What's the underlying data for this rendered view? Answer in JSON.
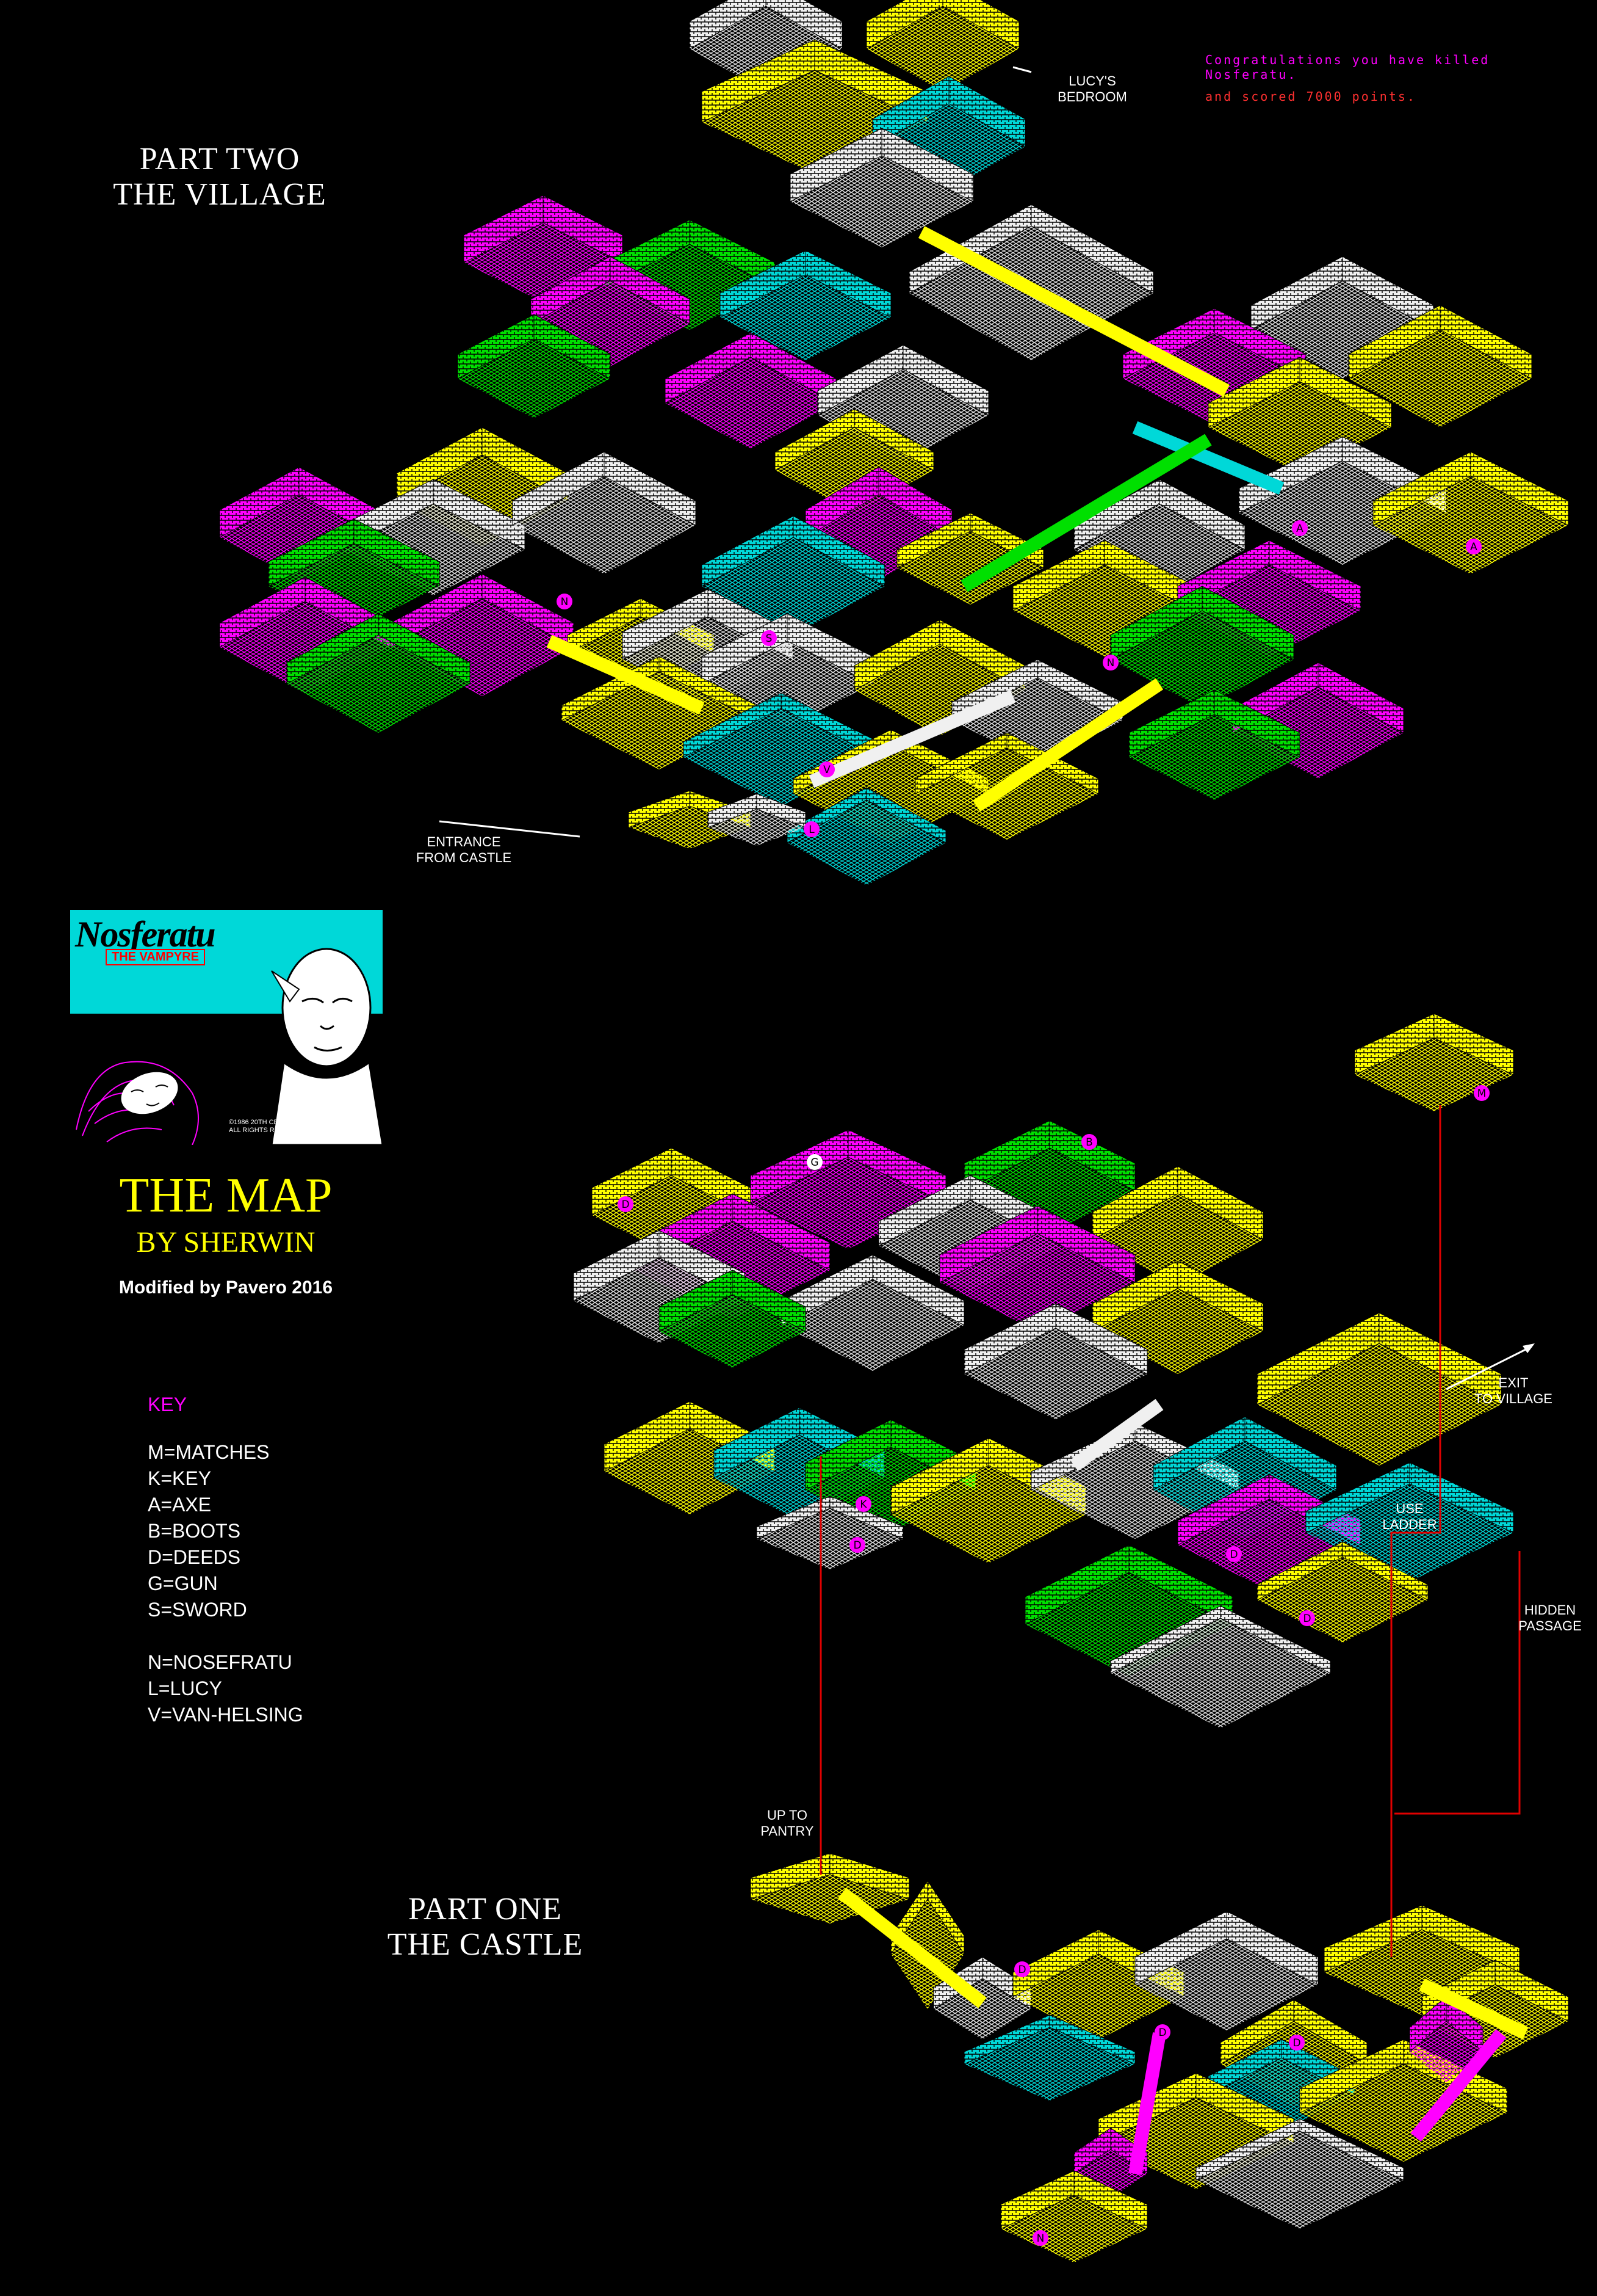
{
  "hud": {
    "line1": "Congratulations you have killed",
    "line2": "Nosferatu.",
    "line3": "and scored 7000 points."
  },
  "parts": {
    "part_two_line1": "PART TWO",
    "part_two_line2": "THE VILLAGE",
    "part_one_line1": "PART ONE",
    "part_one_line2": "THE CASTLE"
  },
  "labels": {
    "lucys_bedroom_1": "LUCY'S",
    "lucys_bedroom_2": "BEDROOM",
    "entrance_1": "ENTRANCE",
    "entrance_2": "FROM CASTLE",
    "exit_1": "EXIT",
    "exit_2": "TO VILLAGE",
    "use_ladder_1": "USE",
    "use_ladder_2": "LADDER",
    "hidden_1": "HIDDEN",
    "hidden_2": "PASSAGE",
    "up_pantry_1": "UP TO",
    "up_pantry_2": "PANTRY"
  },
  "title": {
    "map": "THE MAP",
    "by": "BY SHERWIN",
    "modified": "Modified by Pavero 2016"
  },
  "cover": {
    "title": "Nosferatu",
    "subtitle": "THE VAMPYRE",
    "copyright_1": "©1986 20TH CENT. FOX FILM CORP.",
    "copyright_2": "ALL RIGHTS RESERVED."
  },
  "key": {
    "title": "KEY",
    "items": [
      "M=MATCHES",
      "K=KEY",
      "A=AXE",
      "B=BOOTS",
      "D=DEEDS",
      "G=GUN",
      "S=SWORD",
      "N=NOSEFRATU",
      "L=LUCY",
      "V=VAN-HELSING"
    ]
  },
  "markers": [
    "A",
    "A",
    "N",
    "S",
    "N",
    "V",
    "L",
    "M",
    "B",
    "G",
    "D",
    "K",
    "D",
    "D",
    "D",
    "D",
    "D",
    "D",
    "N"
  ],
  "colors": {
    "yellow": "#ffff00",
    "magenta": "#ff00ff",
    "cyan": "#00d8d8",
    "green": "#00e000",
    "white": "#f0f0f0",
    "red": "#e00000",
    "background": "#000000"
  }
}
